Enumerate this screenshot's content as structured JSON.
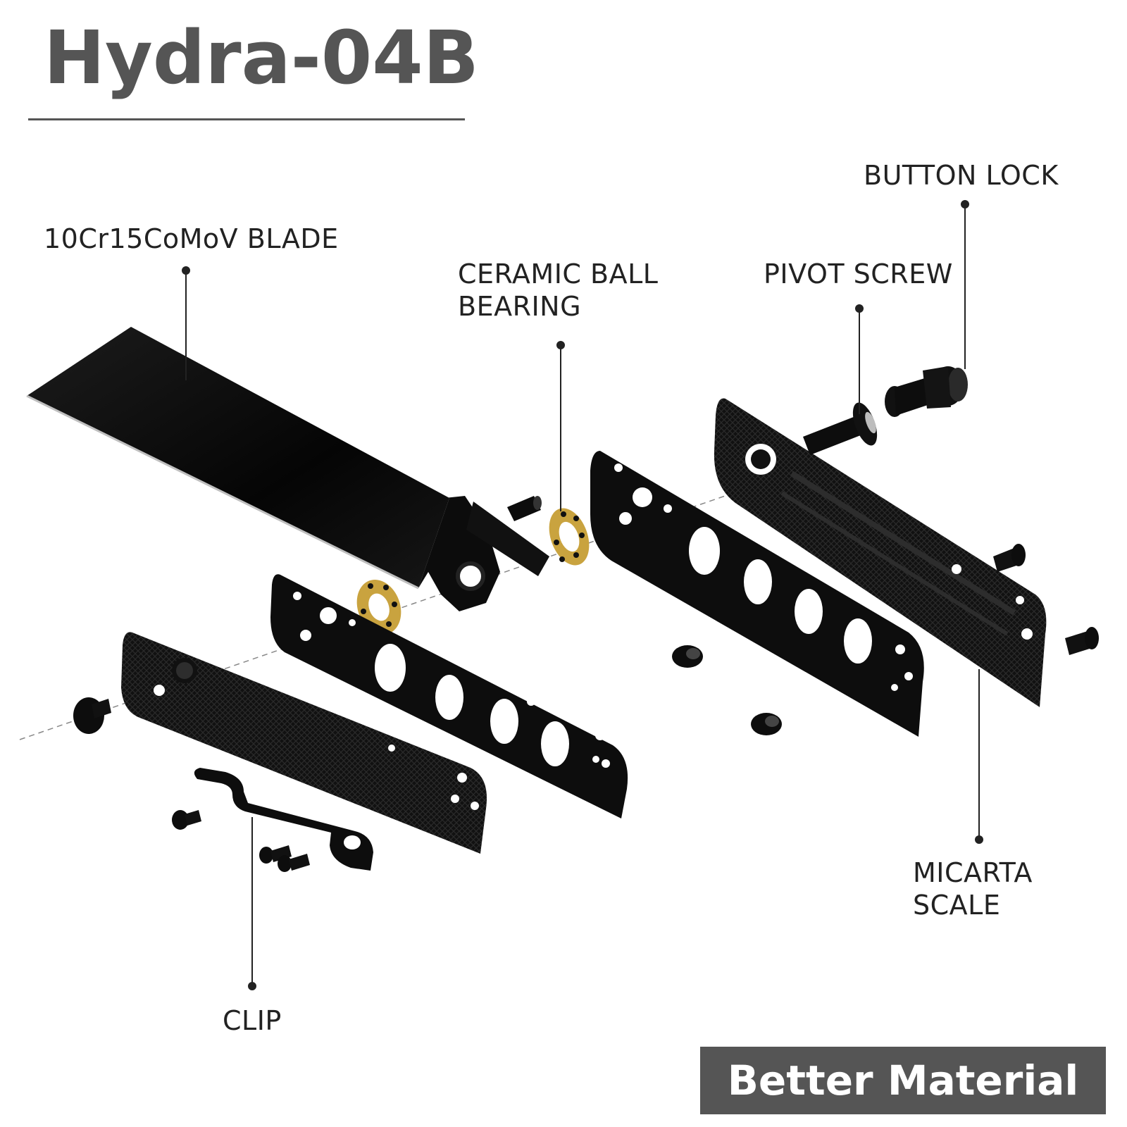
{
  "title": "Hydra-04B",
  "labels": {
    "blade": "10Cr15CoMoV BLADE",
    "bearing_line1": "CERAMIC BALL",
    "bearing_line2": "BEARING",
    "pivot_screw": "PIVOT SCREW",
    "button_lock": "BUTTON LOCK",
    "scale_line1": "MICARTA",
    "scale_line2": "SCALE",
    "clip": "CLIP"
  },
  "badge": "Better Material",
  "colors": {
    "title_text": "#555555",
    "label_text": "#222222",
    "badge_background": "#555555",
    "badge_text": "#ffffff",
    "parts": "#0d0d0d",
    "bearing_cage": "#c9a33f"
  }
}
